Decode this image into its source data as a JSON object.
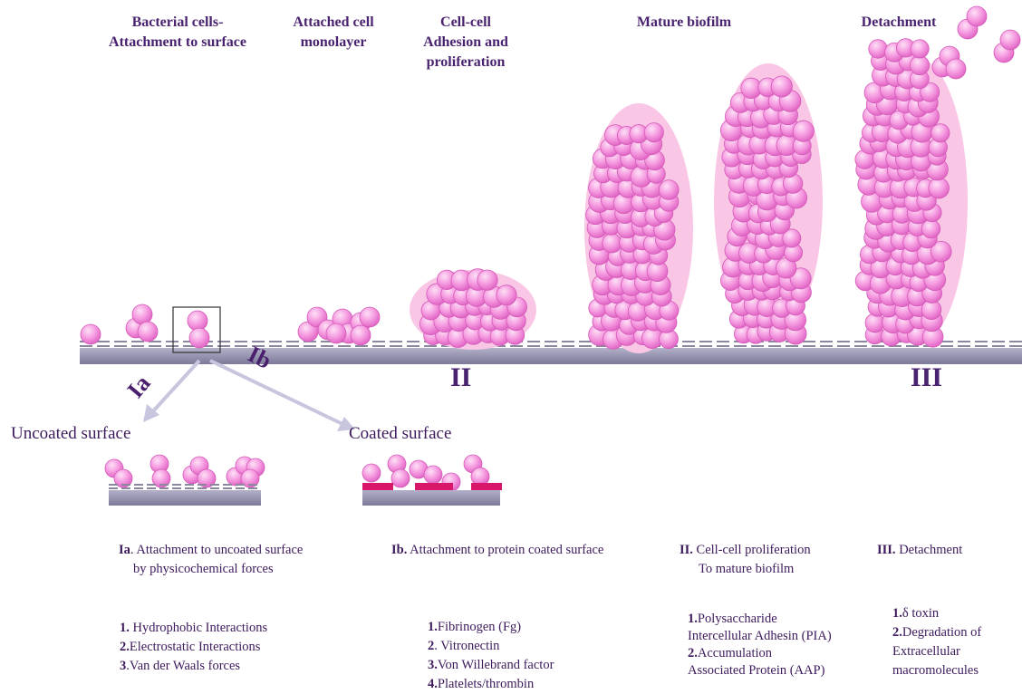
{
  "stages": [
    {
      "id": "s1",
      "lines": [
        "Bacterial cells-",
        "Attachment to surface"
      ]
    },
    {
      "id": "s2",
      "lines": [
        "Attached cell",
        "monolayer"
      ]
    },
    {
      "id": "s3",
      "lines": [
        "Cell-cell",
        "Adhesion and",
        "proliferation"
      ]
    },
    {
      "id": "s4",
      "lines": [
        "Mature biofilm"
      ]
    },
    {
      "id": "s5",
      "lines": [
        "Detachment"
      ]
    }
  ],
  "roman": {
    "ii": "II",
    "iii": "III"
  },
  "arrows": {
    "ia": "Ia",
    "ib": "Ib"
  },
  "surfaces": {
    "uncoated": "Uncoated surface",
    "coated": "Coated surface"
  },
  "descriptions": {
    "ia": {
      "label": "Ia",
      "line1": ". Attachment to uncoated surface",
      "line2": "by physicochemical forces"
    },
    "ib": {
      "label": "Ib.",
      "line1": " Attachment to protein coated  surface"
    },
    "ii": {
      "label": "II.",
      "line1": " Cell-cell proliferation",
      "line2": "To mature biofilm"
    },
    "iii": {
      "label": "III.",
      "line1": " Detachment"
    }
  },
  "lists": {
    "ia": [
      {
        "n": "1.",
        "t": " Hydrophobic Interactions"
      },
      {
        "n": "2.",
        "t": "Electrostatic Interactions"
      },
      {
        "n": "3",
        "t": ".Van der Waals forces"
      }
    ],
    "ib": [
      {
        "n": "1.",
        "t": "Fibrinogen (Fg)"
      },
      {
        "n": "2",
        "t": ". Vitronectin"
      },
      {
        "n": "3.",
        "t": "Von Willebrand factor"
      },
      {
        "n": "4.",
        "t": "Platelets/thrombin"
      }
    ],
    "ii": [
      {
        "n": "1.",
        "t": "Polysaccharide"
      },
      {
        "n": "",
        "t": "Intercellular Adhesin (PIA)"
      },
      {
        "n": "2.",
        "t": "Accumulation"
      },
      {
        "n": "",
        "t": " Associated Protein (AAP)"
      }
    ],
    "iii": [
      {
        "n": "1.",
        "t": "δ toxin"
      },
      {
        "n": "2.",
        "t": "Degradation of"
      },
      {
        "n": "",
        "t": "Extracellular"
      },
      {
        "n": "",
        "t": " macromolecules"
      }
    ]
  },
  "colors": {
    "cell": "#f07fd8",
    "cell_light": "#fde0f6",
    "matrix": "#f9c6e6",
    "surface": "#8d8aa8",
    "protein": "#d9176a",
    "arrow": "#c8c6df",
    "text": "#4a2370"
  }
}
